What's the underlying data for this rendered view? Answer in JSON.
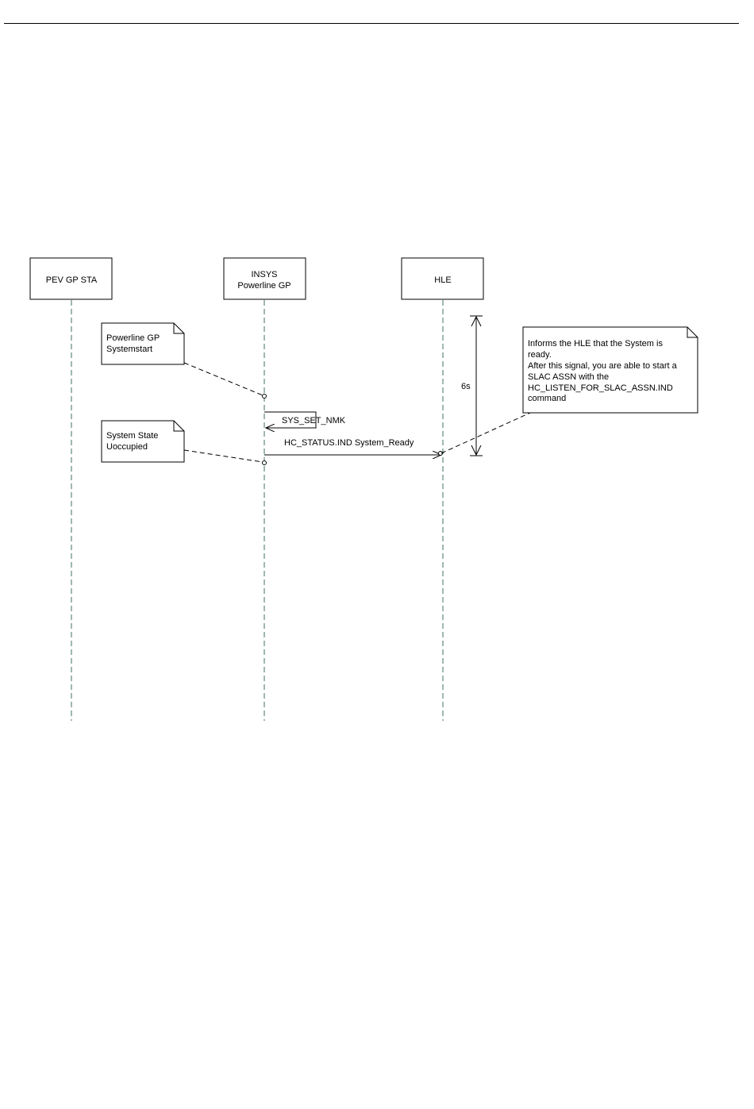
{
  "lifelines": [
    {
      "lines": [
        "PEV GP STA"
      ]
    },
    {
      "lines": [
        "INSYS",
        "Powerline GP"
      ]
    },
    {
      "lines": [
        "HLE"
      ]
    }
  ],
  "messages": [
    {
      "label": "SYS_SET_NMK"
    },
    {
      "label": "HC_STATUS.IND System_Ready"
    }
  ],
  "notes": [
    {
      "lines": [
        "Powerline GP",
        "Systemstart"
      ]
    },
    {
      "lines": [
        "System State",
        "Uoccupied"
      ]
    },
    {
      "lines": [
        "Informs the HLE that the System is",
        "ready.",
        "After this signal, you are able to start a",
        "SLAC ASSN with the",
        "HC_LISTEN_FOR_SLAC_ASSN.IND",
        "command"
      ]
    }
  ],
  "timing": {
    "label": "6s"
  }
}
